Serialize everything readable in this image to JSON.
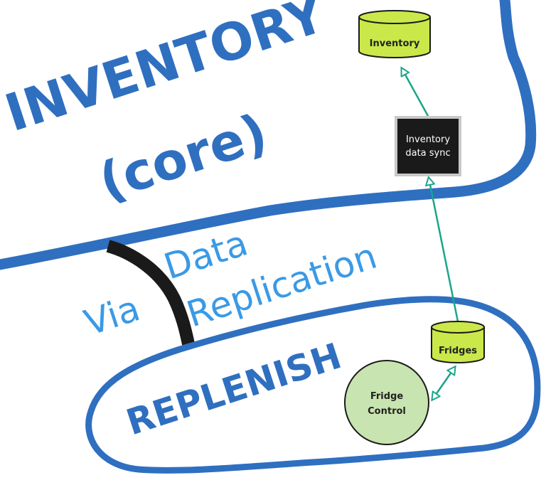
{
  "contexts": {
    "inventory_title": "INVENTORY",
    "inventory_subtitle": "(core)",
    "replenish_title": "REPLENISH"
  },
  "relationship": {
    "line1": "Data",
    "line2_prefix": "Via",
    "line2": "Replication"
  },
  "nodes": {
    "inventory_db": "Inventory",
    "sync_line1": "Inventory",
    "sync_line2": "data sync",
    "fridges_db": "Fridges",
    "fridge_control_line1": "Fridge",
    "fridge_control_line2": "Control"
  },
  "colors": {
    "boundary": "#2f6fc0",
    "relationship_text": "#3a9ae6",
    "database_fill": "#cbe84a",
    "control_fill": "#c8e4b0",
    "sync_box": "#1a1a1a",
    "arrow": "#1aa58a"
  }
}
